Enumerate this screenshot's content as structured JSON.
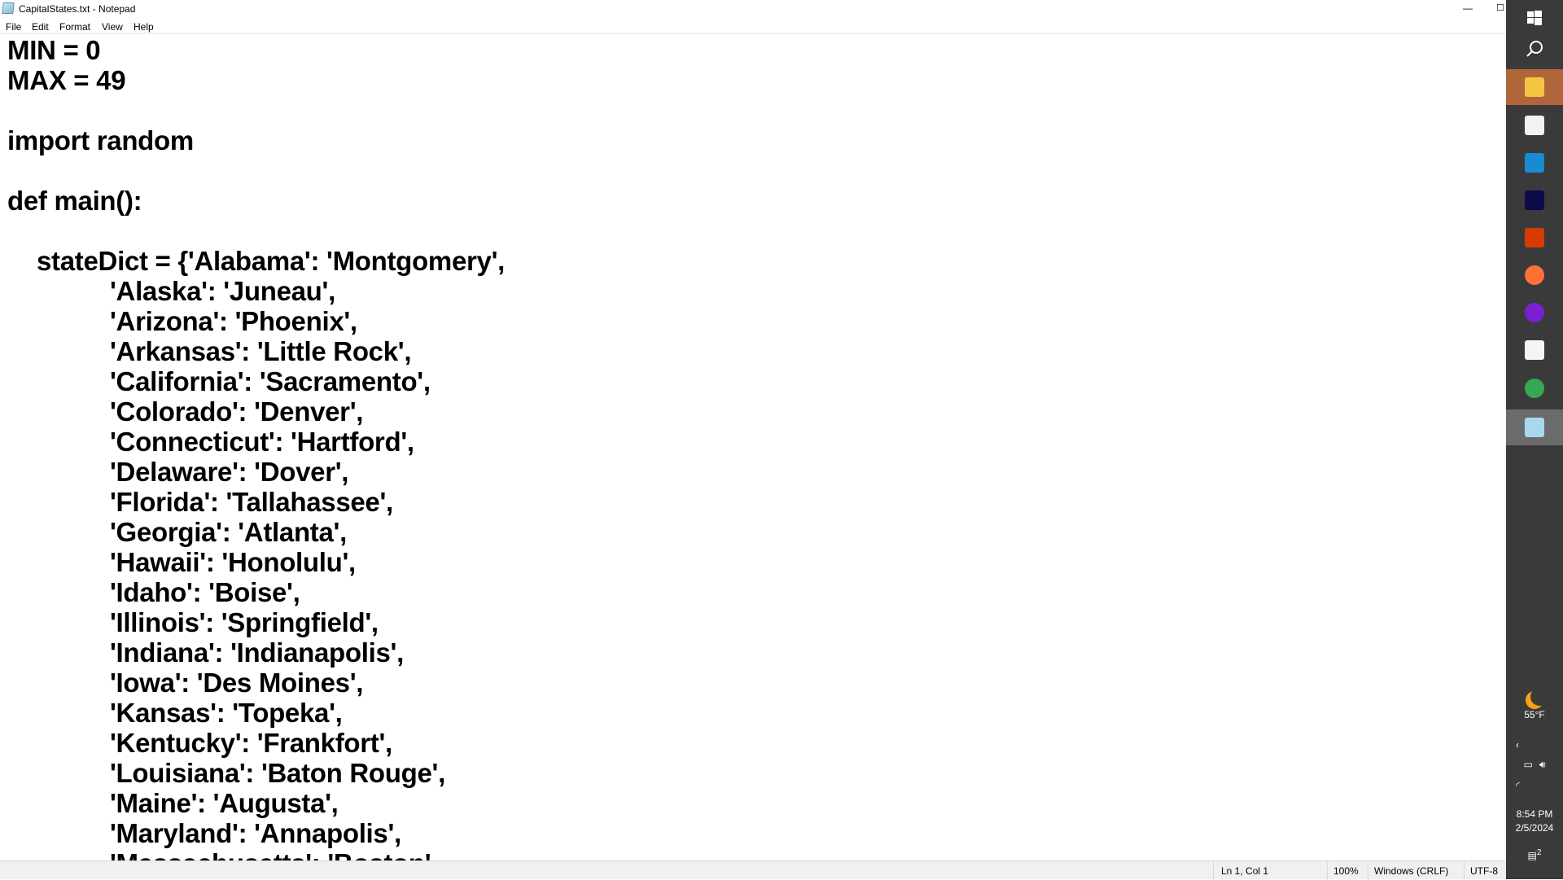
{
  "window": {
    "title": "CapitalStates.txt - Notepad",
    "minimize": "—",
    "maximize": "☐"
  },
  "menu": [
    "File",
    "Edit",
    "Format",
    "View",
    "Help"
  ],
  "editor": {
    "lines": [
      {
        "indent": 0,
        "text": "MIN = 0"
      },
      {
        "indent": 0,
        "text": "MAX = 49"
      },
      {
        "indent": 0,
        "text": ""
      },
      {
        "indent": 0,
        "text": "import random"
      },
      {
        "indent": 0,
        "text": ""
      },
      {
        "indent": 0,
        "text": "def main():"
      },
      {
        "indent": 0,
        "text": ""
      },
      {
        "indent": 1,
        "text": "stateDict = {'Alabama': 'Montgomery',"
      },
      {
        "indent": 2,
        "text": "'Alaska': 'Juneau',"
      },
      {
        "indent": 2,
        "text": "'Arizona': 'Phoenix',"
      },
      {
        "indent": 2,
        "text": "'Arkansas': 'Little Rock',"
      },
      {
        "indent": 2,
        "text": "'California': 'Sacramento',"
      },
      {
        "indent": 2,
        "text": "'Colorado': 'Denver',"
      },
      {
        "indent": 2,
        "text": "'Connecticut': 'Hartford',"
      },
      {
        "indent": 2,
        "text": "'Delaware': 'Dover',"
      },
      {
        "indent": 2,
        "text": "'Florida': 'Tallahassee',"
      },
      {
        "indent": 2,
        "text": "'Georgia': 'Atlanta',"
      },
      {
        "indent": 2,
        "text": "'Hawaii': 'Honolulu',"
      },
      {
        "indent": 2,
        "text": "'Idaho': 'Boise',"
      },
      {
        "indent": 2,
        "text": "'Illinois': 'Springfield',"
      },
      {
        "indent": 2,
        "text": "'Indiana': 'Indianapolis',"
      },
      {
        "indent": 2,
        "text": "'Iowa': 'Des Moines',"
      },
      {
        "indent": 2,
        "text": "'Kansas': 'Topeka',"
      },
      {
        "indent": 2,
        "text": "'Kentucky': 'Frankfort',"
      },
      {
        "indent": 2,
        "text": "'Louisiana': 'Baton Rouge',"
      },
      {
        "indent": 2,
        "text": "'Maine': 'Augusta',"
      },
      {
        "indent": 2,
        "text": "'Maryland': 'Annapolis',"
      },
      {
        "indent": 2,
        "text": "'Massachusetts': 'Boston',"
      }
    ]
  },
  "status": {
    "position": "Ln 1, Col 1",
    "zoom": "100%",
    "line_ending": "Windows (CRLF)",
    "encoding": "UTF-8"
  },
  "taskbar": {
    "apps": [
      {
        "name": "file-explorer",
        "color": "#f4c542"
      },
      {
        "name": "microsoft-store",
        "color": "#f2f2f2"
      },
      {
        "name": "mail",
        "color": "#1a8ad4"
      },
      {
        "name": "dark-app",
        "color": "#0b0b4a"
      },
      {
        "name": "office",
        "color": "#d83b01"
      },
      {
        "name": "firefox",
        "color": "#ff7139"
      },
      {
        "name": "purple-app",
        "color": "#7a1fd1"
      },
      {
        "name": "solitaire",
        "color": "#f5f5f5"
      },
      {
        "name": "chrome",
        "color": "#34a853"
      },
      {
        "name": "notepad",
        "color": "#a8d8ee"
      }
    ],
    "weather": {
      "temp": "55°F"
    },
    "time": "8:54 PM",
    "date": "2/5/2024",
    "notifications": "2"
  }
}
